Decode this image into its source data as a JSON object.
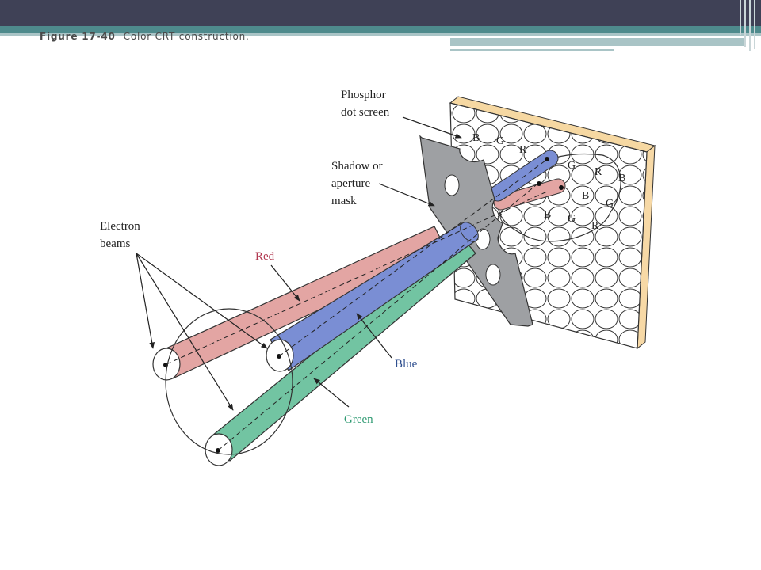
{
  "slide": {
    "figure_number": "Figure 17-40",
    "caption": "Color CRT construction."
  },
  "diagram": {
    "labels": {
      "phosphor_line1": "Phosphor",
      "phosphor_line2": "dot screen",
      "mask_line1": "Shadow or",
      "mask_line2": "aperture",
      "mask_line3": "mask",
      "beams_line1": "Electron",
      "beams_line2": "beams",
      "red": "Red",
      "blue": "Blue",
      "green": "Green"
    },
    "phosphor_letters": {
      "b": "B",
      "g": "G",
      "r": "R"
    }
  },
  "colors": {
    "header_dark": "#3f4156",
    "header_teal": "#4e8a8c",
    "header_light": "#a9c4c6",
    "red_beam": "#e3a5a3",
    "blue_beam": "#7a8ed4",
    "green_beam": "#72c4a2",
    "mask": "#9ea0a3",
    "screen_edge": "#f7d9a6",
    "red_label": "#b23a52",
    "blue_label": "#2f4f8f",
    "green_label": "#2f9a72"
  }
}
